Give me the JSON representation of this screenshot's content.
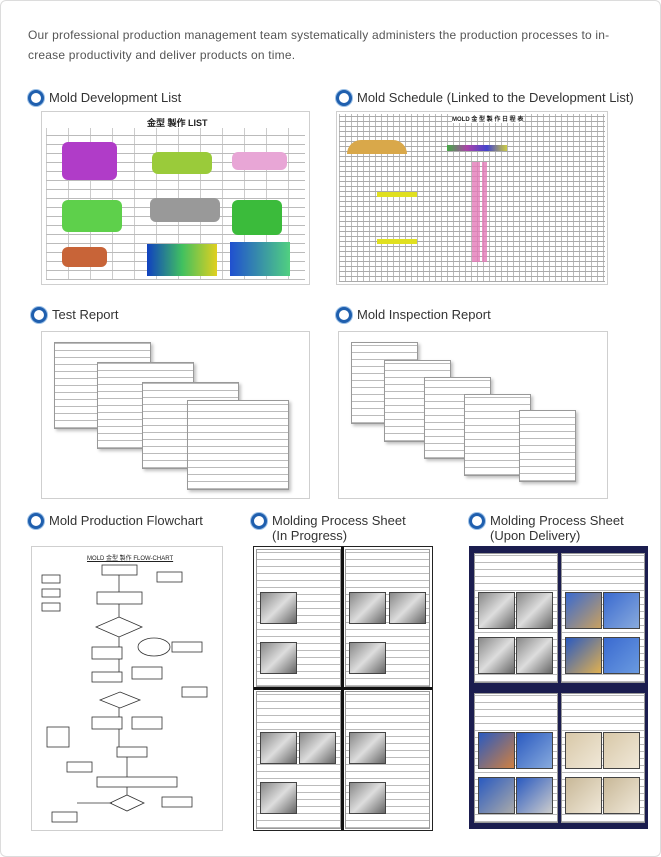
{
  "intro": "Our professional production management team systematically administers the production processes to in-crease productivity and deliver products on time.",
  "sections": [
    {
      "title": "Mold Development List",
      "thumb_caption": "金型 製作 LIST"
    },
    {
      "title": "Mold Schedule (Linked to the Development List)",
      "thumb_caption": "MOLD 金 型 製 作 日 程 表"
    },
    {
      "title": "Test Report"
    },
    {
      "title": "Mold Inspection Report"
    },
    {
      "title": "Mold Production Flowchart",
      "thumb_caption": "MOLD 金型 製作 FLOW-CHART"
    },
    {
      "title_line1": "Molding Process Sheet",
      "title_line2": "(In Progress)"
    },
    {
      "title_line1": "Molding Process Sheet",
      "title_line2": "(Upon Delivery)"
    }
  ],
  "colors": {
    "bullet": "#1f5fae",
    "text": "#555555",
    "delivery_bg": "#1b1d4f"
  }
}
